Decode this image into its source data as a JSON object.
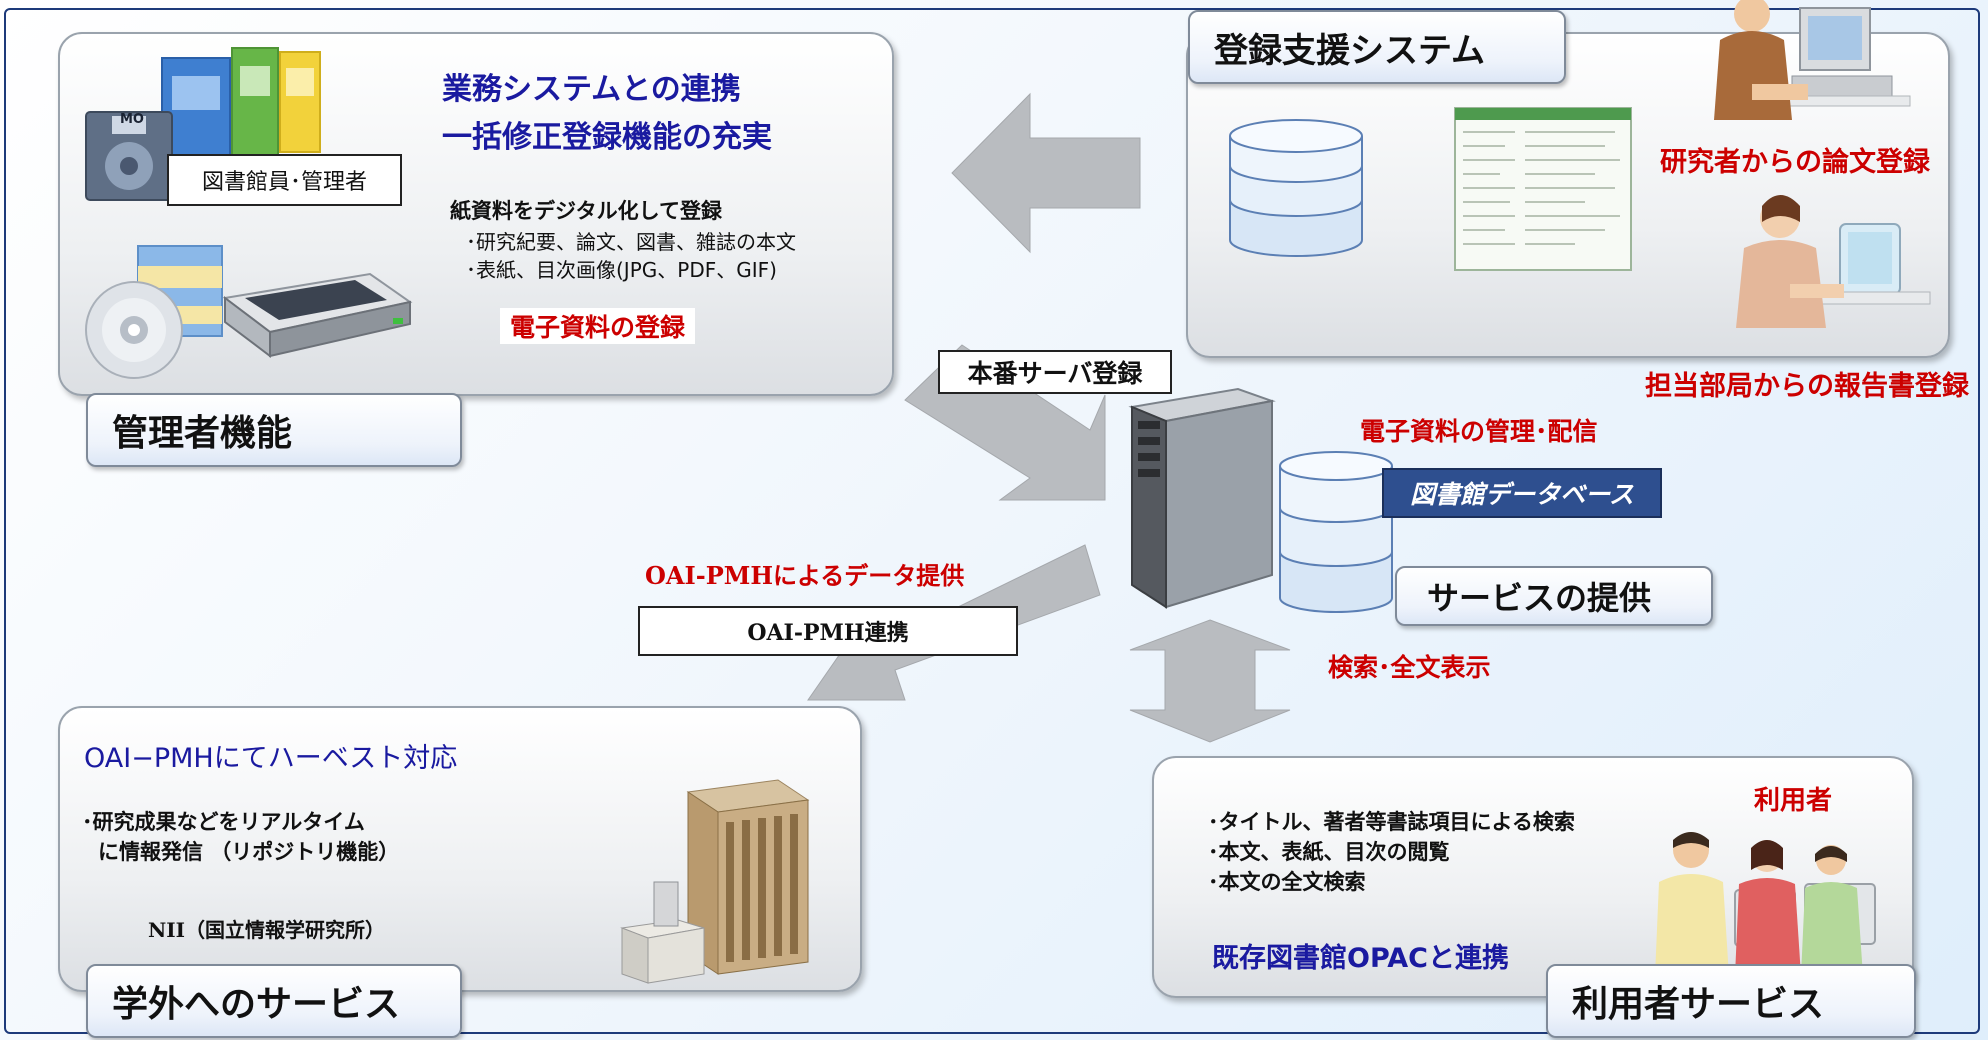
{
  "admin": {
    "heading1": "業務システムとの連携",
    "heading2": "一括修正登録機能の充実",
    "librarian_label": "図書館員･管理者",
    "paper_title": "紙資料をデジタル化して登録",
    "bullet1": "･研究紀要、論文、図書、雑誌の本文",
    "bullet2": "･表紙、目次画像(JPG、PDF、GIF)",
    "register_label": "電子資料の登録",
    "tab_label": "管理者機能",
    "mo_label": "MO"
  },
  "registration": {
    "tab_label": "登録支援システム",
    "researcher_caption": "研究者からの論文登録",
    "department_caption": "担当部局からの報告書登録"
  },
  "server": {
    "production_label": "本番サーバ登録",
    "manage_caption": "電子資料の管理･配信",
    "db_label": "図書館データベース",
    "service_label": "サービスの提供",
    "search_caption": "検索･全文表示"
  },
  "oai": {
    "data_caption": "OAI-PMHによるデータ提供",
    "link_label": "OAI-PMH連携"
  },
  "external": {
    "heading": "OAI−PMHにてハーベスト対応",
    "bullet1": "･研究成果などをリアルタイム",
    "bullet2": "に情報発信 （リポジトリ機能）",
    "nii": "NII（国立情報学研究所）",
    "tab_label": "学外へのサービス"
  },
  "user": {
    "caption": "利用者",
    "bullet1": "･タイトル、著者等書誌項目による検索",
    "bullet2": "･本文、表紙、目次の閲覧",
    "bullet3": "･本文の全文検索",
    "opac": "既存図書館OPACと連携",
    "tab_label": "利用者サービス"
  },
  "colors": {
    "frame": "#1d3a7a",
    "heading_blue": "#1a1aa0",
    "caption_red": "#cc0000",
    "db_label_bg": "#2e4f8f"
  }
}
